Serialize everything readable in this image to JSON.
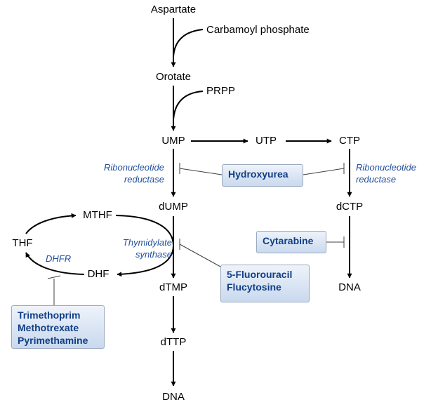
{
  "metabolites": {
    "aspartate": "Aspartate",
    "carbamoyl_phosphate": "Carbamoyl phosphate",
    "orotate": "Orotate",
    "prpp": "PRPP",
    "ump": "UMP",
    "utp": "UTP",
    "ctp": "CTP",
    "dump": "dUMP",
    "dctp": "dCTP",
    "dtmp": "dTMP",
    "dttp": "dTTP",
    "dna_left": "DNA",
    "dna_right": "DNA",
    "mthf": "MTHF",
    "thf": "THF",
    "dhf": "DHF"
  },
  "enzymes": {
    "ribonucleotide_reductase_left": [
      "Ribonucleotide",
      "reductase"
    ],
    "ribonucleotide_reductase_right": [
      "Ribonucleotide",
      "reductase"
    ],
    "thymidylate_synthase": [
      "Thymidylate",
      "synthase"
    ],
    "dhfr": "DHFR"
  },
  "drugs": {
    "hydroxyurea": "Hydroxyurea",
    "cytarabine": "Cytarabine",
    "fluorouracil_group": [
      "5-Fluorouracil",
      "Flucytosine"
    ],
    "antifolate_group": [
      "Trimethoprim",
      "Methotrexate",
      "Pyrimethamine"
    ]
  },
  "colors": {
    "enzyme_text": "#1f4e9c",
    "drug_text": "#103e86",
    "drug_box_top": "#eef3fa",
    "drug_box_bottom": "#c9d9ee",
    "drug_box_border": "#9aa9bf",
    "arrow": "#000000",
    "inhibition_line": "#404040"
  }
}
